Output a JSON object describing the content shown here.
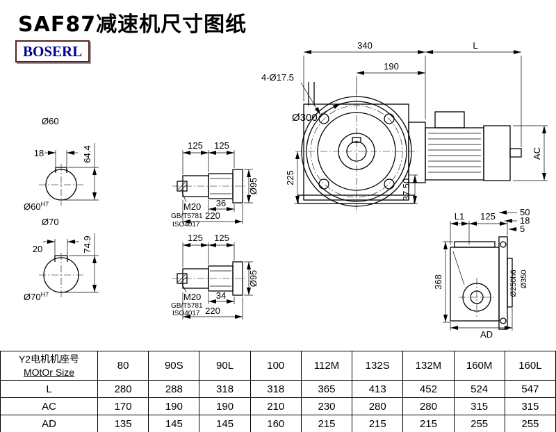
{
  "colors": {
    "ink": "#000000",
    "logo_text": "#00008B",
    "logo_border": "#5a2020",
    "background": "#ffffff"
  },
  "header": {
    "title": "SAF87减速机尺寸图纸",
    "logo": "BOSERL"
  },
  "front_view": {
    "dim_total_width": "340",
    "dim_motor_length": "L",
    "dim_190": "190",
    "bolt_holes": "4-Ø17.5",
    "flange_dia": "Ø300",
    "dim_225": "225",
    "dim_37_5": "37.50",
    "dim_ac": "AC"
  },
  "shaft_end_view_1": {
    "dia_label": "Ø60",
    "key_width": "18",
    "key_height": "64.4",
    "fit_dia": "Ø60",
    "fit_tol": "H7"
  },
  "shaft_end_view_2": {
    "dia_label": "Ø70",
    "key_width": "20",
    "key_height": "74.9",
    "fit_dia": "Ø70",
    "fit_tol": "H7"
  },
  "shaft_detail_1": {
    "dim_125_a": "125",
    "dim_125_b": "125",
    "thread": "M20",
    "standard_1": "GB/T5781",
    "standard_2": "ISO4017",
    "dim_key": "36",
    "dim_total": "220",
    "dia": "Ø95"
  },
  "shaft_detail_2": {
    "dim_125_a": "125",
    "dim_125_b": "125",
    "thread": "M20",
    "standard_1": "GB/T5781",
    "standard_2": "ISO4017",
    "dim_key": "34",
    "dim_total": "220",
    "dia": "Ø95"
  },
  "side_view": {
    "dim_l1": "L1",
    "dim_125": "125",
    "dim_50": "50",
    "dim_18": "18",
    "dim_5": "5",
    "dim_368": "368",
    "spigot_dia": "Ø250h6",
    "flange_dia": "Ø350",
    "dim_ad": "AD"
  },
  "table": {
    "header_cn": "Y2电机机座号",
    "header_en": "MOtOr Size",
    "sizes": [
      "80",
      "90S",
      "90L",
      "100",
      "112M",
      "132S",
      "132M",
      "160M",
      "160L"
    ],
    "rows": [
      {
        "label": "L",
        "values": [
          "280",
          "288",
          "318",
          "318",
          "365",
          "413",
          "452",
          "524",
          "547"
        ]
      },
      {
        "label": "AC",
        "values": [
          "170",
          "190",
          "190",
          "210",
          "230",
          "280",
          "280",
          "315",
          "315"
        ]
      },
      {
        "label": "AD",
        "values": [
          "135",
          "145",
          "145",
          "160",
          "215",
          "215",
          "215",
          "255",
          "255"
        ]
      }
    ]
  }
}
